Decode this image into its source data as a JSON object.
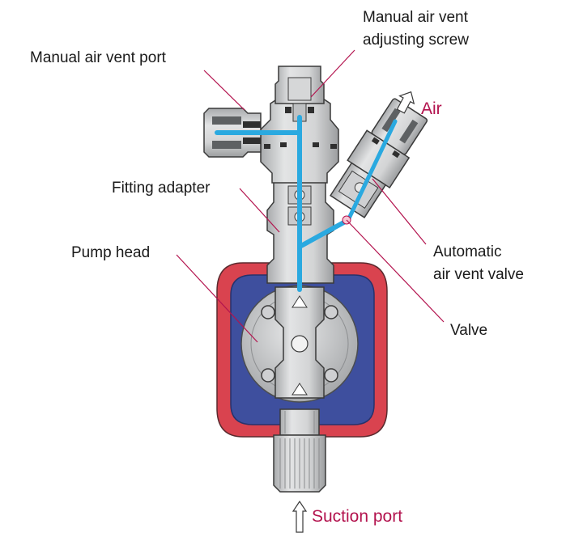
{
  "labels": {
    "manual_air_vent_adjusting_screw": [
      "Manual air vent",
      "adjusting screw"
    ],
    "manual_air_vent_port": "Manual air vent port",
    "air": "Air",
    "fitting_adapter": "Fitting adapter",
    "pump_head": "Pump head",
    "automatic_air_vent_valve": [
      "Automatic",
      "air vent valve"
    ],
    "valve": "Valve",
    "suction_port": "Suction port"
  },
  "colors": {
    "leader_line": "#b3134e",
    "accent_text": "#b3134e",
    "flow_channel": "#2aa9e0",
    "pump_outer": "#d9434f",
    "pump_inner": "#3e4f9e",
    "metal_light": "#d9dadb",
    "metal_mid": "#b7b9bb",
    "metal_dark": "#6f7274",
    "outline": "#3a3a3a"
  },
  "icons": {
    "air_arrow": "up-arrow-icon",
    "suction_arrow": "up-arrow-icon"
  }
}
